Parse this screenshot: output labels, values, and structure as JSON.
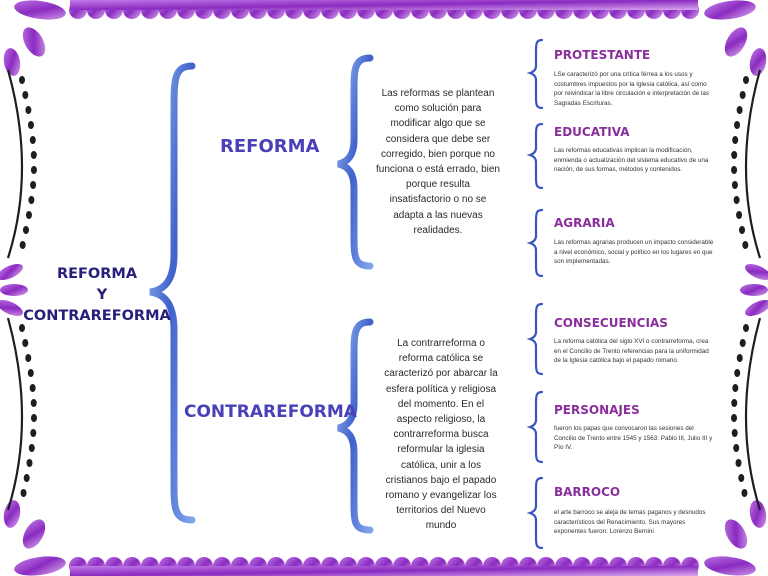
{
  "main_title": {
    "line1": "REFORMA",
    "line2": "Y",
    "line3": "CONTRAREFORMA"
  },
  "branches": [
    {
      "title": "REFORMA",
      "description": "Las reformas se plantean como solución para modificar algo que se considera que debe ser corregido, bien porque no funciona o está errado, bien porque resulta insatisfactorio o no se adapta a las nuevas realidades.",
      "subtopics": [
        {
          "title": "PROTESTANTE",
          "text": "LSe caracterizó por una crítica férrea a los usos y costumbres impuestos por la Iglesia católica, así como por reivindicar la libre circulación e interpretación de las Sagradas Escrituras."
        },
        {
          "title": "EDUCATIVA",
          "text": "Las reformas educativas implican la modificación, enmienda o actualización del sistema educativo de una nación, de sus formas, métodos y contenidos."
        },
        {
          "title": "AGRARIA",
          "text": "Las reformas agrarias producen un impacto considerable a nivel económico, social y político en los lugares en que son implementadas."
        }
      ]
    },
    {
      "title": "CONTRAREFORMA",
      "description": "La contrarreforma o reforma católica se caracterizó por abarcar la esfera política y religiosa del momento. En el aspecto religioso, la contrarreforma busca reformular la iglesia católica, unir a los cristianos bajo el papado romano y evangelizar los territorios del Nuevo mundo",
      "subtopics": [
        {
          "title": "CONSECUENCIAS",
          "text": "La reforma católica del siglo XVI o contrarreforma, crea en el Concilio de Trento referencias para la uniformidad de la Iglesia católica bajo el papado romano."
        },
        {
          "title": "PERSONAJES",
          "text": " fueron los papas que convocaron las sesiones del Concilio de Trento entre 1545 y 1563: Pablo III, Julio III y Pío IV."
        },
        {
          "title": "BARROCO",
          "text": " el arte barroco se aleja de temas paganos y desnudos característicos del Renacimiento. Sus mayores exponentes fueron: Lorenzo Bernini"
        }
      ]
    }
  ],
  "colors": {
    "frame_purple": "#9a3fc8",
    "frame_light": "#d9a6ef",
    "border_black": "#1e1e1e",
    "brace_blue": "#4a6fd4",
    "brace_light": "#9ec0f2",
    "small_brace": "#3a55c0",
    "main_title": "#27207a",
    "branch_title": "#4a40b8",
    "subtopic_title": "#8a2e9c"
  }
}
